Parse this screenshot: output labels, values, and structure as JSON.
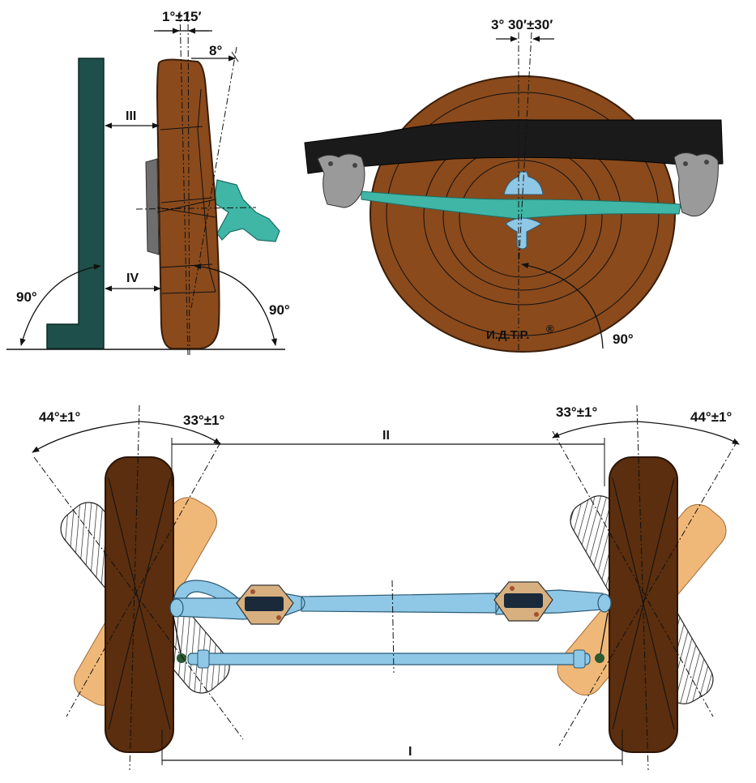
{
  "colors": {
    "tire": "#8a4a1c",
    "tire_dark": "#5a2e0e",
    "tire_light": "#c98a4a",
    "wall": "#1f4f4a",
    "teal": "#3fb6a6",
    "steel": "#8fc8e6",
    "steel_dark": "#3b6f8f",
    "beam": "#1a1a1a",
    "turned_tire": "#f0b878",
    "bracket": "#9a9a9a",
    "clamp": "#d8b080"
  },
  "side_view": {
    "camber_label": "1°±15′",
    "kingpin_label": "8°",
    "upper_gap_label": "III",
    "lower_gap_label": "IV",
    "left_angle_label": "90°",
    "right_angle_label": "90°"
  },
  "rear_view": {
    "caster_label": "3° 30′±30′",
    "angle_label": "90°",
    "stamp_text": "И.Д.Т.Р.",
    "stamp_mark": "®"
  },
  "top_view": {
    "left_outer_angle": "44°±1°",
    "left_inner_angle": "33°±1°",
    "right_inner_angle": "33°±1°",
    "right_outer_angle": "44°±1°",
    "front_dim_label": "II",
    "rear_dim_label": "I"
  }
}
